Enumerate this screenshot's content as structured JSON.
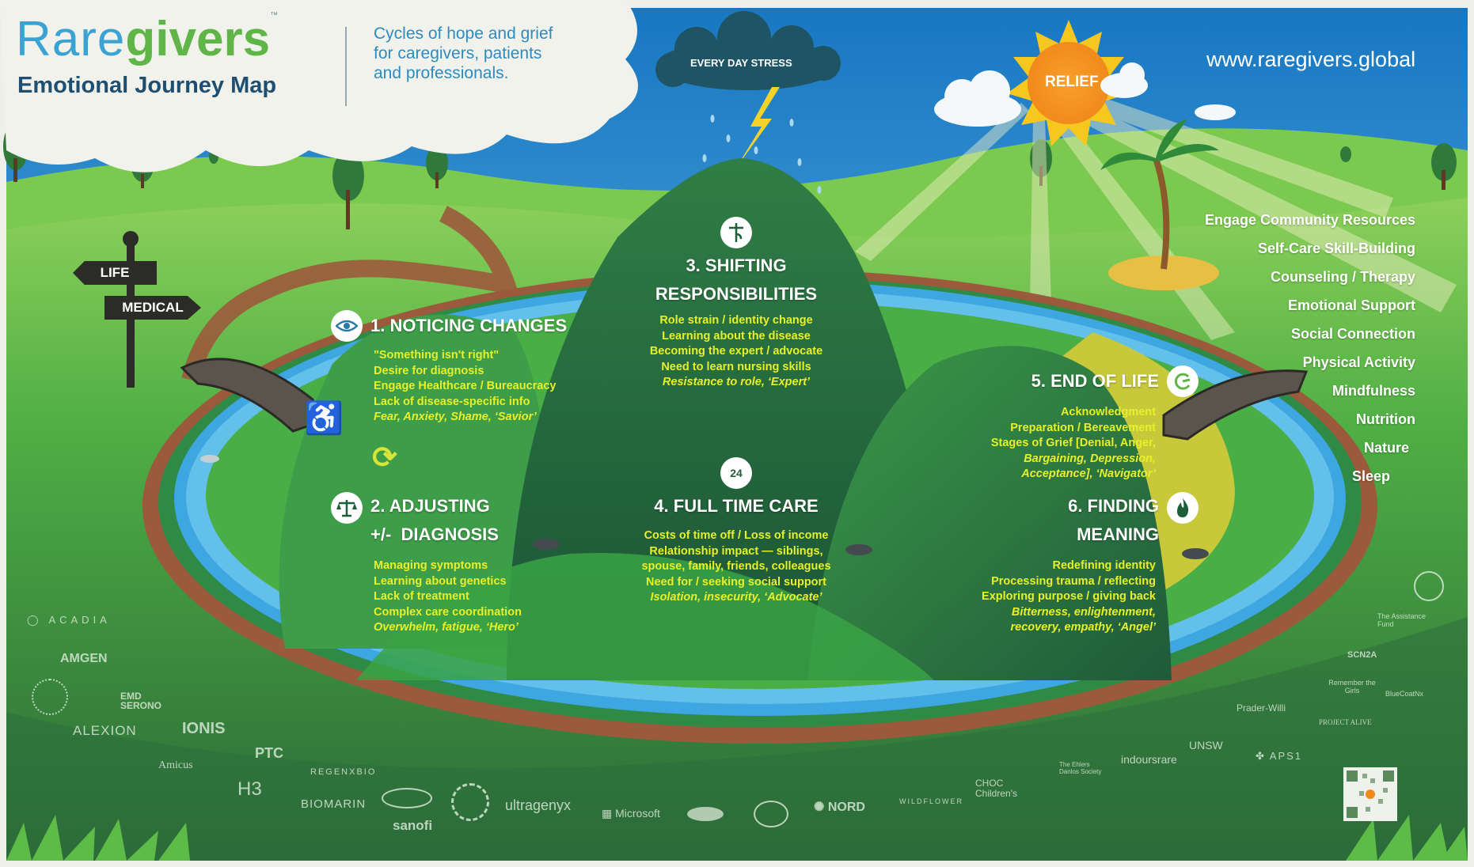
{
  "header": {
    "logo_rare": "Rare",
    "logo_givers": "givers",
    "logo_tm": "™",
    "subtitle": "Emotional Journey Map",
    "tagline_lines": [
      "Cycles of hope and grief",
      "for caregivers, patients",
      "and professionals."
    ],
    "url": "www.raregivers.global"
  },
  "sky": {
    "stress_label": "EVERY DAY STRESS",
    "relief_label": "RELIEF"
  },
  "signpost": {
    "life": "LIFE",
    "medical": "MEDICAL"
  },
  "stages": [
    {
      "title_lines": [
        "1. NOTICING CHANGES"
      ],
      "icon": "eye-icon",
      "items": [
        "\"Something isn't right\"",
        "Desire for diagnosis",
        "Engage Healthcare / Bureaucracy",
        "Lack of disease-specific info"
      ],
      "emotions": "Fear, Anxiety, Shame, ‘Savior’"
    },
    {
      "title_lines": [
        "2. ADJUSTING",
        "+/-  DIAGNOSIS"
      ],
      "icon": "scales-icon",
      "items": [
        "Managing symptoms",
        "Learning about genetics",
        "Lack of treatment",
        "Complex care coordination"
      ],
      "emotions": "Overwhelm, fatigue, ‘Hero’"
    },
    {
      "title_lines": [
        "3. SHIFTING",
        "RESPONSIBILITIES"
      ],
      "icon": "balancing-figure-icon",
      "items": [
        "Role strain / identity change",
        "Learning about the disease",
        "Becoming the expert / advocate",
        "Need to learn nursing skills"
      ],
      "emotions": "Resistance to role, ‘Expert’"
    },
    {
      "title_lines": [
        "4. FULL TIME CARE"
      ],
      "icon": "clock-24-icon",
      "items": [
        "Costs of time off / Loss of income",
        "Relationship impact — siblings,",
        "spouse, family, friends, colleagues",
        "Need for / seeking social support"
      ],
      "emotions": "Isolation, insecurity, ‘Advocate’"
    },
    {
      "title_lines": [
        "5. END OF LIFE"
      ],
      "icon": "life-cycle-icon",
      "items": [
        "Acknowledgment",
        "Preparation / Bereavement",
        "Stages of Grief [Denial, Anger,"
      ],
      "emotions_lines": [
        "Bargaining, Depression,",
        "Acceptance], ‘Navigator’"
      ]
    },
    {
      "title_lines": [
        "6. FINDING",
        "MEANING"
      ],
      "icon": "flame-icon",
      "items": [
        "Redefining identity",
        "Processing trauma / reflecting",
        "Exploring purpose / giving back"
      ],
      "emotions_lines": [
        "Bitterness, enlightenment,",
        "recovery, empathy, ‘Angel’"
      ]
    }
  ],
  "resources": [
    "Engage Community Resources",
    "Self-Care Skill-Building",
    "Counseling / Therapy",
    "Emotional Support",
    "Social Connection",
    "Physical Activity",
    "Mindfulness",
    "Nutrition",
    "Nature",
    "Sleep"
  ],
  "sponsors": {
    "acadia": "ACADIA",
    "amgen": "AMGEN",
    "emd": "EMD SERONO",
    "alexion": "ALEXION",
    "ionis": "IONIS",
    "amicus": "Amicus",
    "ptc": "PTC",
    "regenxbio": "REGENXBIO",
    "h3": "H3",
    "biomarin": "BIOMARIN",
    "sanofi": "sanofi",
    "ultragenyx": "ultragenyx",
    "microsoft": "Microsoft",
    "nord": "NORD",
    "wildflower": "WILDFLOWER",
    "choc": "CHOC Children's",
    "ehlers": "The Ehlers Danlos Society",
    "indoursrare": "indoursrare",
    "unsw": "UNSW",
    "aps1": "APS1",
    "praderwilli": "Prader-Willi",
    "project_alive": "PROJECT ALIVE",
    "scn2a": "SCN2A",
    "assistance_fund": "The Assistance Fund",
    "bluecoat": "BlueCoatNx",
    "remember": "Remember the Girls"
  },
  "colors": {
    "sky_top": "#1a7fc8",
    "sky_bottom": "#8fd0f0",
    "grass_light": "#6cc24a",
    "grass_dark": "#2d6e3c",
    "river": "#3ea6e0",
    "path": "#9b5a3c",
    "text_yellow": "#e7f02a",
    "brand_blue": "#3aa3d3",
    "brand_green": "#5fb547",
    "navy": "#1d4f72",
    "sun": "#f59a22"
  }
}
